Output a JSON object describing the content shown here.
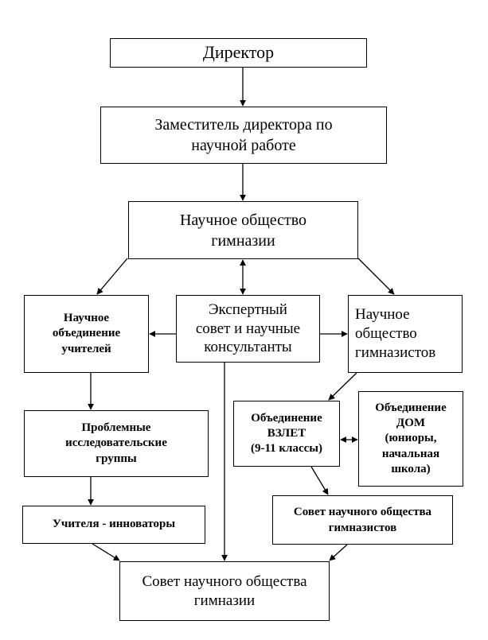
{
  "nodes": {
    "director": "Директор",
    "deputy_line1": "Заместитель директора по",
    "deputy_line2": "научной работе",
    "society_line1": "Научное общество",
    "society_line2": "гимназии",
    "teachers_line1": "Научное",
    "teachers_line2": "объединение",
    "teachers_line3": "учителей",
    "expert_line1": "Экспертный",
    "expert_line2": "совет и научные",
    "expert_line3": "консультанты",
    "students_line1": "Научное",
    "students_line2": "общество",
    "students_line3": "гимназистов",
    "problem_line1": "Проблемные",
    "problem_line2": "исследовательские",
    "problem_line3": "группы",
    "innovators": "Учителя - инноваторы",
    "vzlet_line1": "Объединение",
    "vzlet_line2": "ВЗЛЕТ",
    "vzlet_line3": "(9-11 классы)",
    "dom_line1": "Объединение",
    "dom_line2": "ДОМ",
    "dom_line3": "(юниоры,",
    "dom_line4": "начальная",
    "dom_line5": "школа)",
    "students_council_line1": "Совет научного общества",
    "students_council_line2": "гимназистов",
    "council_line1": "Совет научного общества",
    "council_line2": "гимназии"
  },
  "colors": {
    "line": "#000000",
    "box_border": "#000000",
    "background": "#ffffff"
  }
}
